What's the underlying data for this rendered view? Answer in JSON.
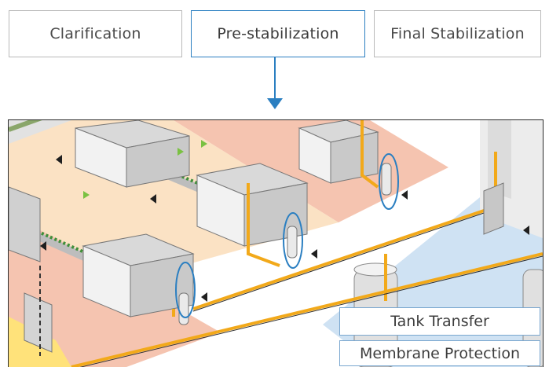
{
  "tabs": [
    {
      "label": "Clarification",
      "active": false
    },
    {
      "label": "Pre-stabilization",
      "active": true
    },
    {
      "label": "Final Stabilization",
      "active": false
    }
  ],
  "callouts": {
    "tank_transfer": "Tank Transfer",
    "membrane_protection": "Membrane Protection"
  },
  "colors": {
    "accent": "#2b7fc1",
    "pipe": "#f2a91a",
    "zone_salmon": "#f5c4b0",
    "zone_peach": "#fbe2c4",
    "zone_blue": "#cfe2f3",
    "zone_yellow": "#ffe27a"
  }
}
